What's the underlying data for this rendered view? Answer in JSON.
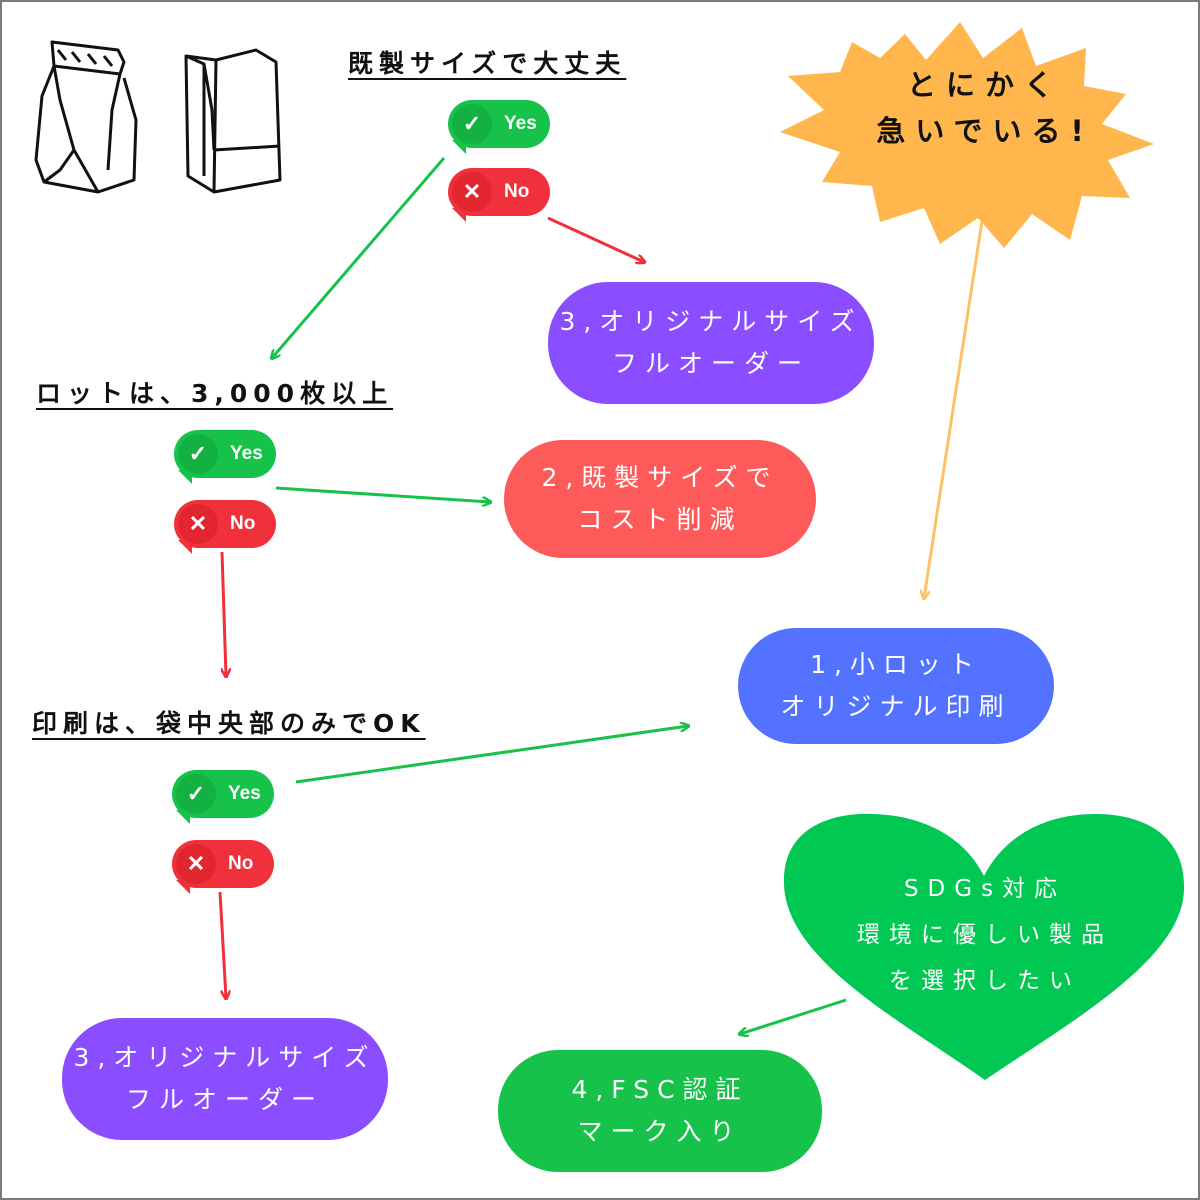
{
  "questions": {
    "q1": "既製サイズで大丈夫",
    "q2": "ロットは、3,000枚以上",
    "q3": "印刷は、袋中央部のみでOK"
  },
  "badges": {
    "yes": "Yes",
    "no": "No"
  },
  "results": {
    "r_top": {
      "line1": "3,オリジナルサイズ",
      "line2": "フルオーダー"
    },
    "r_mid": {
      "line1": "2,既製サイズで",
      "line2": "コスト削減"
    },
    "r_small": {
      "line1": "1,小ロット",
      "line2": "オリジナル印刷"
    },
    "r_bottom": {
      "line1": "3,オリジナルサイズ",
      "line2": "フルオーダー"
    },
    "r_fsc": {
      "line1": "4,FSC認証",
      "line2": "マーク入り"
    }
  },
  "burst": {
    "line1": "とにかく",
    "line2": "急いでいる!"
  },
  "heart": {
    "line1": "SDGs対応",
    "line2": "環境に優しい製品",
    "line3": "を選択したい"
  },
  "colors": {
    "green": "#17c24a",
    "red": "#f0303a",
    "purple": "#8a4dff",
    "coral": "#ff5a5a",
    "blue": "#5272ff",
    "heart_green": "#00c853",
    "burst_orange": "#ffb74d",
    "arrow_orange": "#ffc06a"
  },
  "icons": [
    "folded-paper-bag-icon",
    "open-paper-bag-icon",
    "checkmark-icon",
    "cross-icon"
  ]
}
